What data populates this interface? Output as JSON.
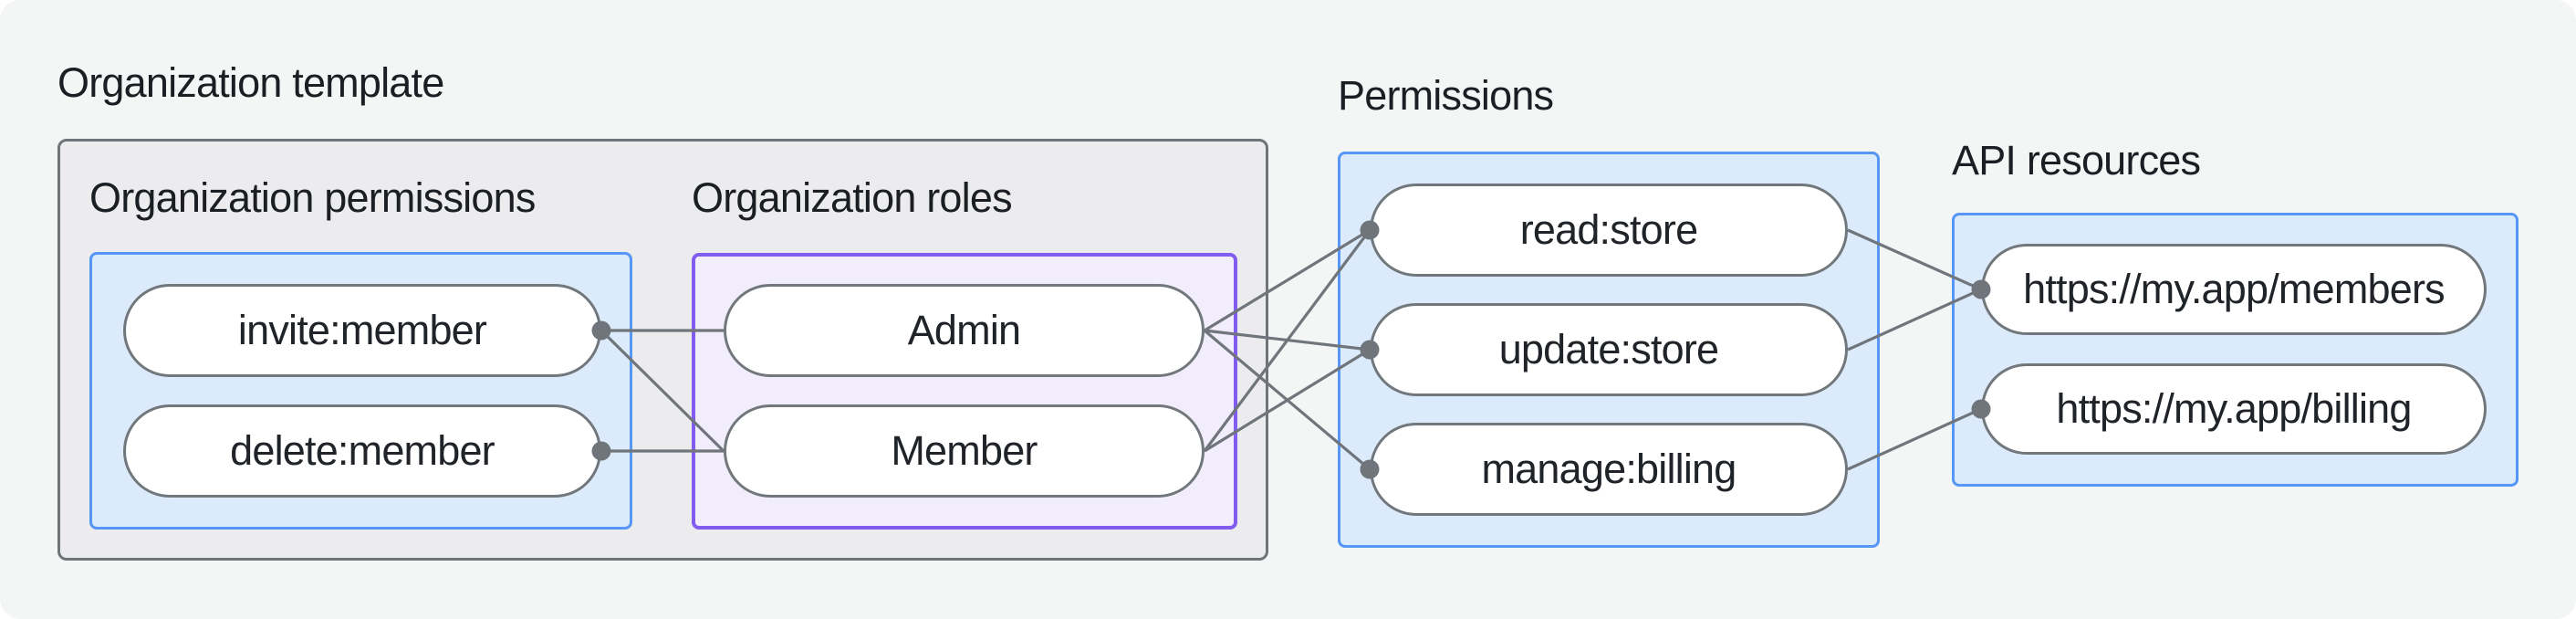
{
  "diagram_title": "Organization template",
  "org_template": {
    "label": "Organization template",
    "org_permissions": {
      "heading": "Organization permissions",
      "nodes": [
        {
          "id": "invite",
          "label": "invite:member"
        },
        {
          "id": "delete",
          "label": "delete:member"
        }
      ]
    },
    "org_roles": {
      "heading": "Organization roles",
      "nodes": [
        {
          "id": "admin",
          "label": "Admin"
        },
        {
          "id": "member",
          "label": "Member"
        }
      ]
    }
  },
  "permissions": {
    "heading": "Permissions",
    "nodes": [
      {
        "id": "read",
        "label": "read:store"
      },
      {
        "id": "update",
        "label": "update:store"
      },
      {
        "id": "manage",
        "label": "manage:billing"
      }
    ]
  },
  "api_resources": {
    "heading": "API resources",
    "nodes": [
      {
        "id": "members",
        "label": "https://my.app/members"
      },
      {
        "id": "billing",
        "label": "https://my.app/billing"
      }
    ]
  },
  "edges": [
    [
      "invite",
      "admin"
    ],
    [
      "invite",
      "member"
    ],
    [
      "delete",
      "member"
    ],
    [
      "admin",
      "read"
    ],
    [
      "admin",
      "update"
    ],
    [
      "admin",
      "manage"
    ],
    [
      "member",
      "read"
    ],
    [
      "member",
      "update"
    ],
    [
      "read",
      "members"
    ],
    [
      "update",
      "members"
    ],
    [
      "manage",
      "billing"
    ]
  ],
  "dots": [
    {
      "node": "invite",
      "side": "right"
    },
    {
      "node": "delete",
      "side": "right"
    },
    {
      "node": "read",
      "side": "left"
    },
    {
      "node": "update",
      "side": "left"
    },
    {
      "node": "manage",
      "side": "left"
    },
    {
      "node": "members",
      "side": "left"
    },
    {
      "node": "billing",
      "side": "left"
    }
  ],
  "colors": {
    "page_background": "#f4f6f6",
    "gray_box_fill": "#ececee",
    "gray_box_border": "#6e7478",
    "blue_box_fill": "#dcebfb",
    "blue_box_border": "#5697f6",
    "purple_box_fill": "#f2edfc",
    "purple_box_border": "#815cf0",
    "node_fill": "#ffffff",
    "node_border": "#71777b",
    "connector": "#6f757a",
    "text": "#1b1f24"
  }
}
